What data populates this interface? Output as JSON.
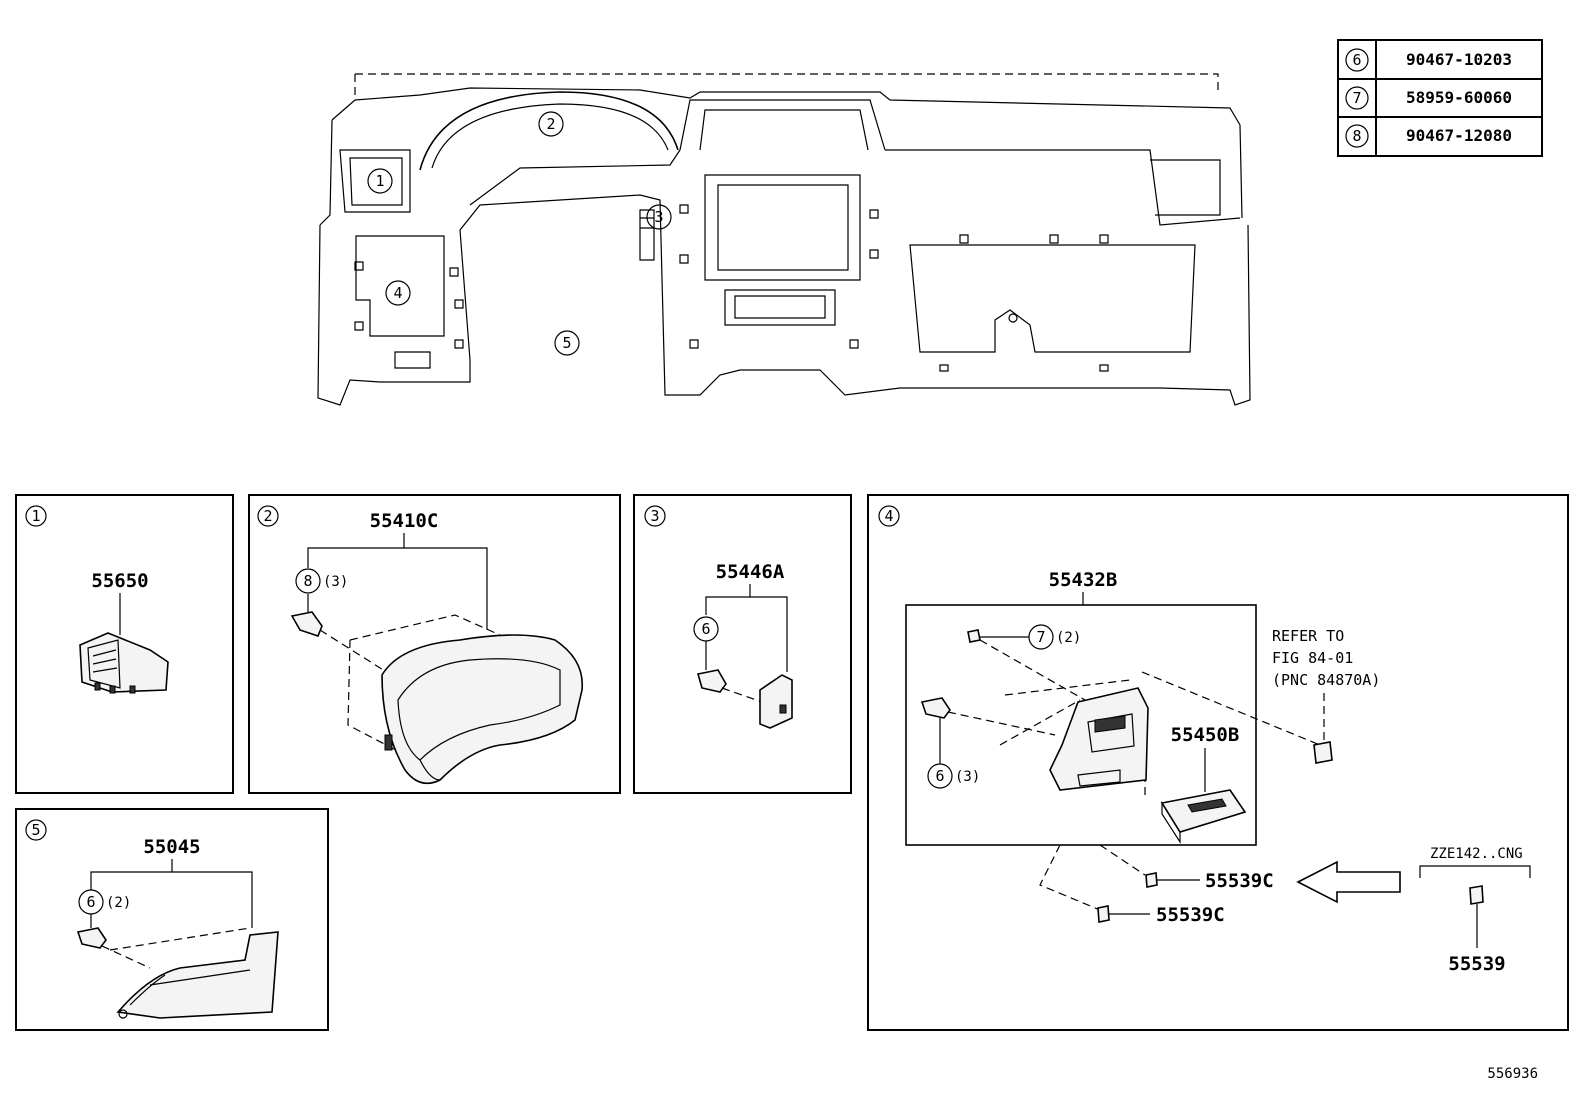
{
  "diagram_id": "556936",
  "part_table": [
    {
      "ref": "6",
      "part_no": "90467-10203"
    },
    {
      "ref": "7",
      "part_no": "58959-60060"
    },
    {
      "ref": "8",
      "part_no": "90467-12080"
    }
  ],
  "overview_callouts": [
    "1",
    "2",
    "3",
    "4",
    "5"
  ],
  "panels": {
    "p1": {
      "num": "1",
      "part": "55650"
    },
    "p2": {
      "num": "2",
      "part": "55410C",
      "clip": "8",
      "qty": "(3)"
    },
    "p3": {
      "num": "3",
      "part": "55446A",
      "clip": "6"
    },
    "p4": {
      "num": "4",
      "part": "55432B",
      "screw": "7",
      "screw_qty": "(2)",
      "clip": "6",
      "clip_qty": "(3)",
      "box": "55450B",
      "refer_line1": "REFER TO",
      "refer_line2": "FIG 84-01",
      "refer_line3": "(PNC 84870A)",
      "stopper_a": "55539C",
      "stopper_b": "55539C",
      "variant": "ZZE142..CNG",
      "variant_part": "55539"
    },
    "p5": {
      "num": "5",
      "part": "55045",
      "clip": "6",
      "qty": "(2)"
    }
  }
}
